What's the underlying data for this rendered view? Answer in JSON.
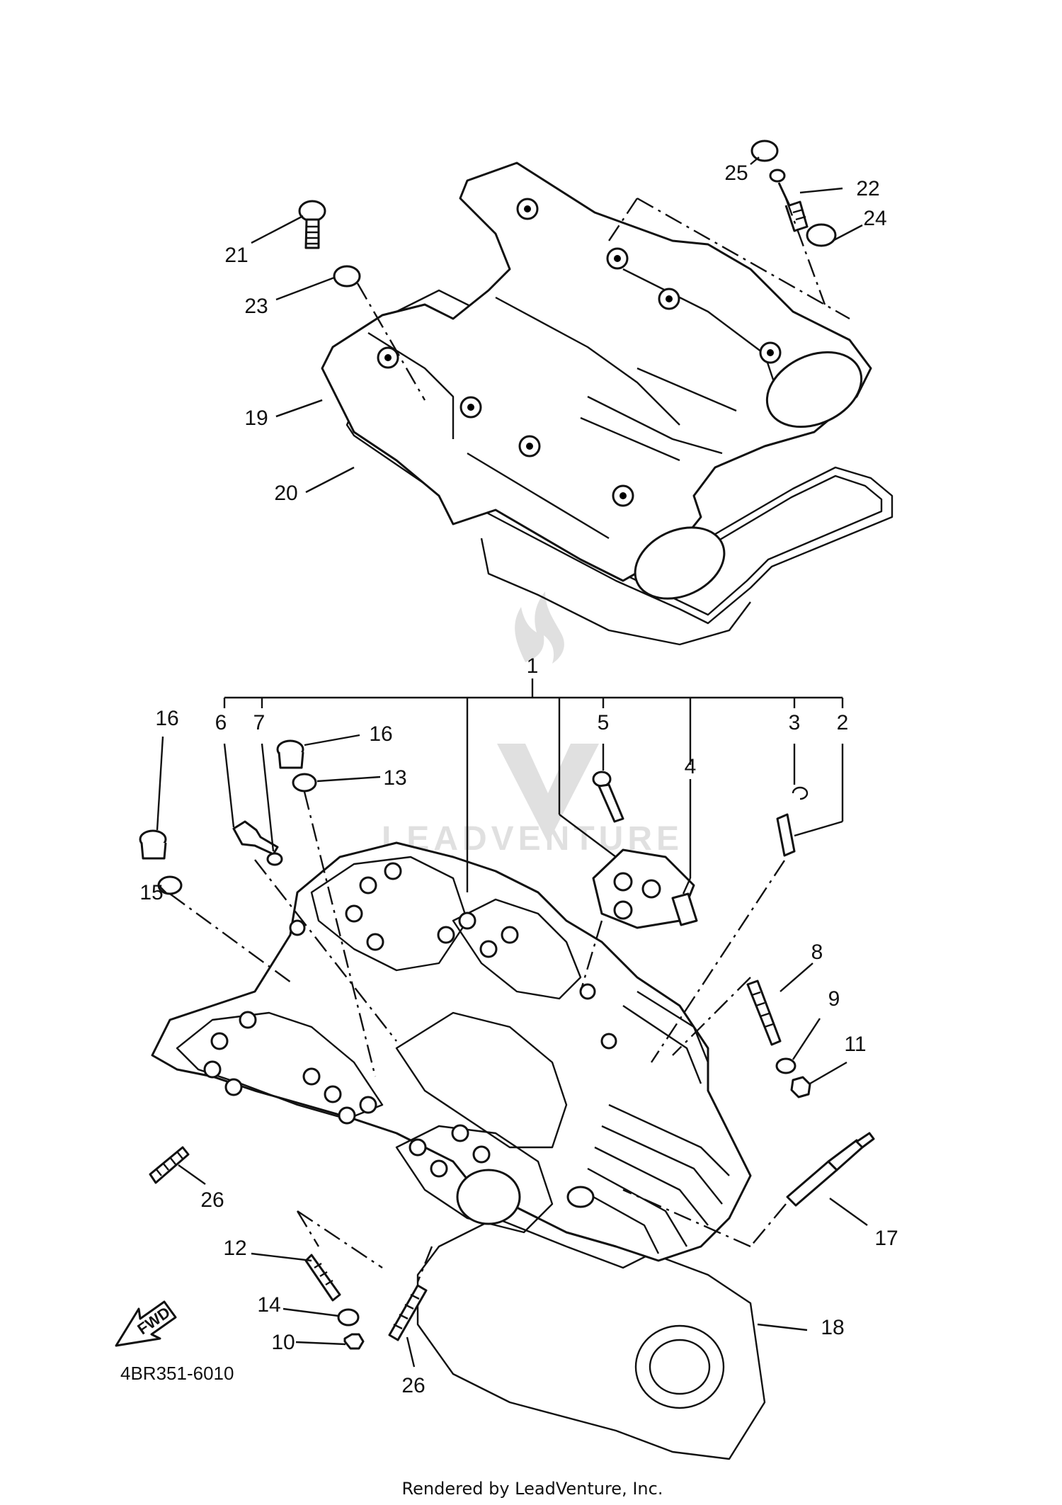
{
  "callouts": [
    {
      "id": "c1",
      "text": "1"
    },
    {
      "id": "c2",
      "text": "2"
    },
    {
      "id": "c3",
      "text": "3"
    },
    {
      "id": "c4",
      "text": "4"
    },
    {
      "id": "c5",
      "text": "5"
    },
    {
      "id": "c6",
      "text": "6"
    },
    {
      "id": "c7",
      "text": "7"
    },
    {
      "id": "c8",
      "text": "8"
    },
    {
      "id": "c9",
      "text": "9"
    },
    {
      "id": "c10",
      "text": "10"
    },
    {
      "id": "c11",
      "text": "11"
    },
    {
      "id": "c12",
      "text": "12"
    },
    {
      "id": "c13",
      "text": "13"
    },
    {
      "id": "c14",
      "text": "14"
    },
    {
      "id": "c15",
      "text": "15"
    },
    {
      "id": "c16a",
      "text": "16"
    },
    {
      "id": "c16b",
      "text": "16"
    },
    {
      "id": "c17",
      "text": "17"
    },
    {
      "id": "c18",
      "text": "18"
    },
    {
      "id": "c19",
      "text": "19"
    },
    {
      "id": "c20",
      "text": "20"
    },
    {
      "id": "c21",
      "text": "21"
    },
    {
      "id": "c22",
      "text": "22"
    },
    {
      "id": "c23",
      "text": "23"
    },
    {
      "id": "c24",
      "text": "24"
    },
    {
      "id": "c25",
      "text": "25"
    },
    {
      "id": "c26a",
      "text": "26"
    },
    {
      "id": "c26b",
      "text": "26"
    }
  ],
  "fwd_label": "FWD",
  "diagram_code": "4BR351-6010",
  "watermark_text": "LEADVENTURE",
  "footer_text": "Rendered by LeadVenture, Inc."
}
